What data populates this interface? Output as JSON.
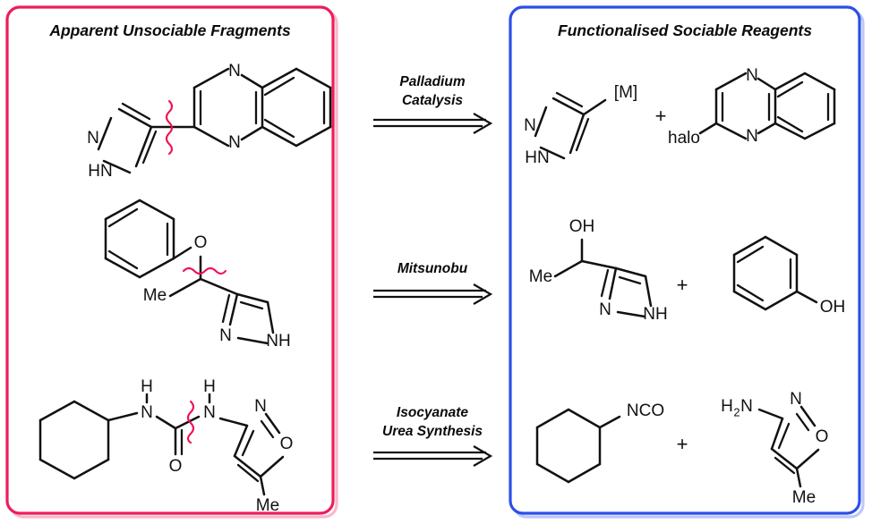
{
  "figure": {
    "type": "reaction-scheme",
    "panels": {
      "left": {
        "title": "Apparent Unsociable Fragments",
        "border_color": "#ED1C5B",
        "structures": [
          {
            "name": "pyrazolyl-quinoxaline",
            "labels": [
              "N",
              "N",
              "N",
              "HN"
            ],
            "disconnection": "red-squiggle"
          },
          {
            "name": "phenoxy-ethyl-pyrazole",
            "labels": [
              "O",
              "Me",
              "N",
              "NH"
            ],
            "disconnection": "red-squiggle"
          },
          {
            "name": "cyclohexyl-methylisoxazolyl-urea",
            "labels": [
              "H",
              "N",
              "H",
              "N",
              "O",
              "N",
              "O",
              "Me"
            ],
            "disconnection": "red-squiggle"
          }
        ]
      },
      "right": {
        "title": "Functionalised Sociable Reagents",
        "border_color": "#2B4FE8",
        "rows": [
          {
            "reagent_a": {
              "name": "metalated-pyrazole",
              "labels": [
                "N",
                "HN",
                "[M]"
              ]
            },
            "separator": "+",
            "reagent_b": {
              "name": "halo-quinoxaline",
              "labels": [
                "N",
                "N",
                "halo"
              ]
            }
          },
          {
            "reagent_a": {
              "name": "pyrazolyl-ethanol",
              "labels": [
                "OH",
                "Me",
                "N",
                "NH"
              ]
            },
            "separator": "+",
            "reagent_b": {
              "name": "phenol",
              "labels": [
                "OH"
              ]
            }
          },
          {
            "reagent_a": {
              "name": "cyclohexyl-isocyanate",
              "labels": [
                "NCO"
              ]
            },
            "separator": "+",
            "reagent_b": {
              "name": "amino-methylisoxazole",
              "labels": [
                "H",
                "N",
                "N",
                "O",
                "Me"
              ]
            }
          }
        ]
      }
    },
    "reactions": [
      {
        "label_line1": "Palladium",
        "label_line2": "Catalysis",
        "arrow": "double-line-right"
      },
      {
        "label_line1": "Mitsunobu",
        "label_line2": "",
        "arrow": "double-line-right"
      },
      {
        "label_line1": "Isocyanate",
        "label_line2": "Urea Synthesis",
        "arrow": "double-line-right"
      }
    ],
    "atom_labels": {
      "N": "N",
      "HN": "HN",
      "NH": "NH",
      "O": "O",
      "OH": "OH",
      "H": "H",
      "Me": "Me",
      "halo": "halo",
      "M": "[M]",
      "NCO": "NCO",
      "H2N_main": "H",
      "H2N_sub": "2",
      "H2N_tail": "N",
      "plus": "+"
    }
  }
}
